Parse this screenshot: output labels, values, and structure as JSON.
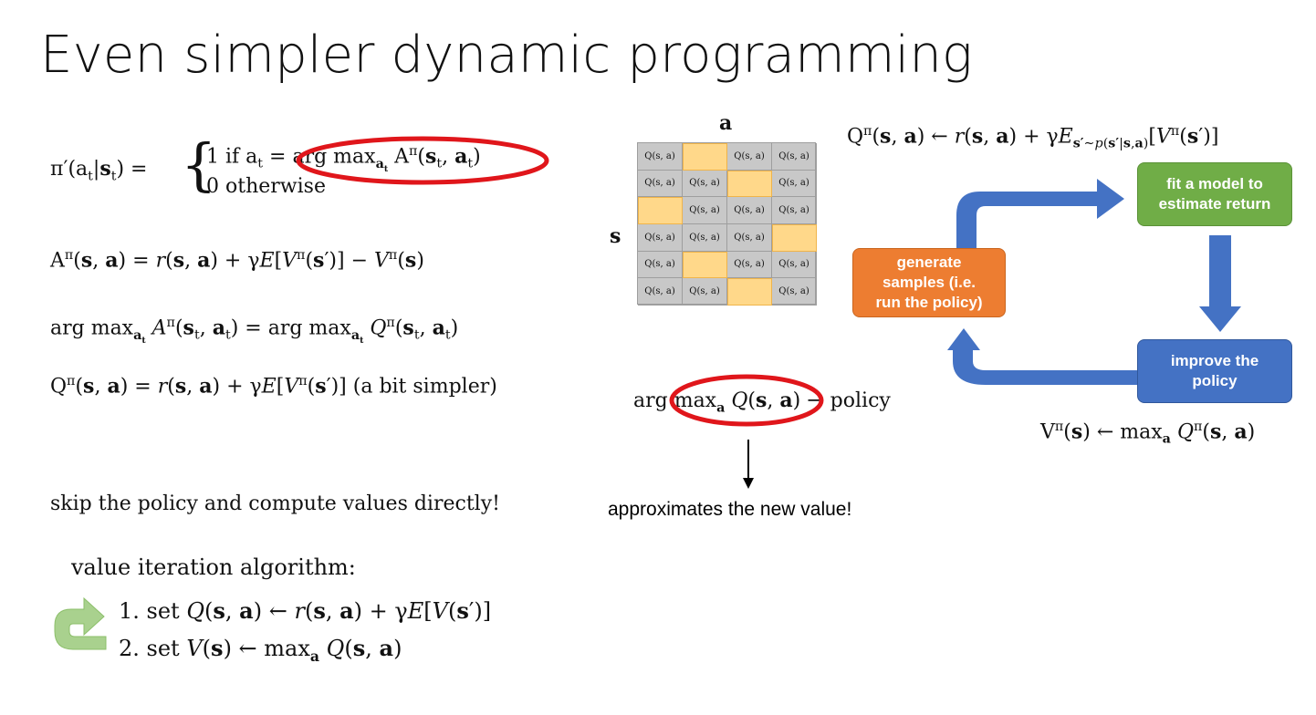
{
  "slide": {
    "title": "Even simpler dynamic programming"
  },
  "left": {
    "policy_lhs": "π′(a",
    "policy_case1": "1 if a",
    "policy_case1_rhs": "= arg max",
    "policy_case1_tail": "A",
    "policy_case2": "0 otherwise",
    "eq_advantage": "A",
    "eq_argmax": "arg max",
    "eq_q": "Q",
    "eq_q_note": "(a bit simpler)",
    "skip_text": "skip the policy and compute values directly!",
    "vi_title": "value iteration algorithm:",
    "vi_step1": "1. set ",
    "vi_step2": "2. set "
  },
  "grid": {
    "col_label": "a",
    "row_label": "s",
    "cell_text": "Q(s, a)",
    "rows": [
      [
        true,
        false,
        true,
        true
      ],
      [
        true,
        true,
        false,
        true
      ],
      [
        false,
        true,
        true,
        true
      ],
      [
        true,
        true,
        true,
        false
      ],
      [
        true,
        false,
        true,
        true
      ],
      [
        true,
        true,
        false,
        true
      ]
    ]
  },
  "middle": {
    "argmax_text": "arg max",
    "policy_word": "policy",
    "annotation": "approximates the new value!"
  },
  "cycle": {
    "top_equation": "Q",
    "bottom_equation": "V",
    "box_fit": "fit a model to\nestimate return",
    "box_generate": "generate\nsamples (i.e.\nrun the policy)",
    "box_improve": "improve the\npolicy",
    "colors": {
      "fit": "#70ad47",
      "generate": "#ed7d31",
      "improve": "#4472c4",
      "arrow": "#4472c4",
      "ellipse": "#e0161b",
      "highlight": "#ffd88a",
      "loop_arrow": "#a9d18e"
    }
  }
}
